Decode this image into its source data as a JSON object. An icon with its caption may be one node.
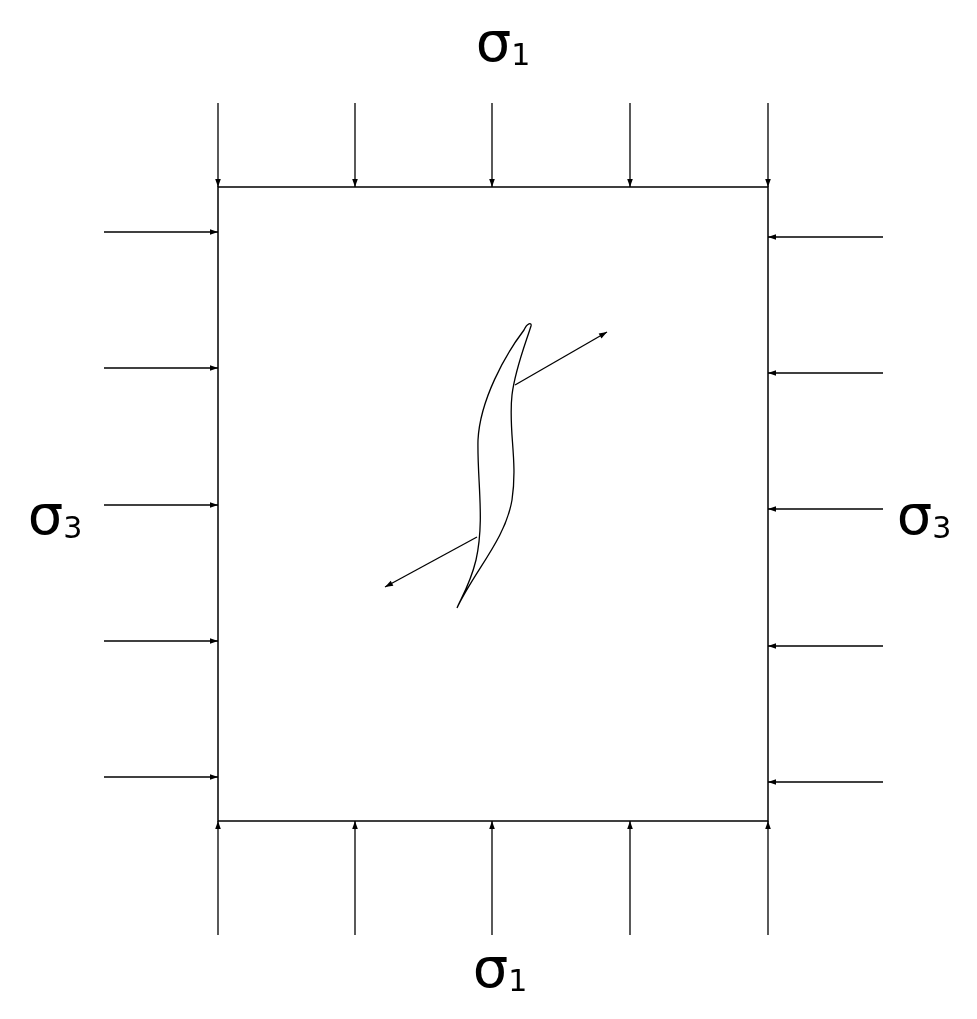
{
  "diagram": {
    "labels": [
      "σ$_{1}$",
      "σ$_{3}$",
      "σ$_{3}$",
      "σ$_{1}$"
    ]
  }
}
